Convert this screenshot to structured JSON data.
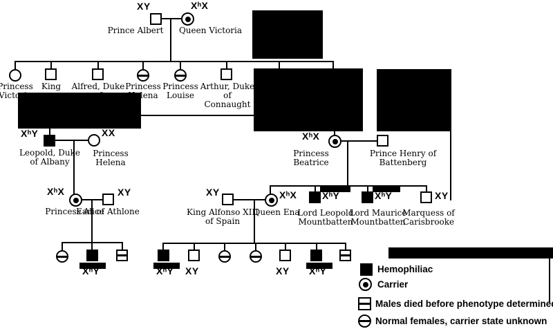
{
  "colors": {
    "ink": "#000000",
    "background": "#ffffff"
  },
  "people": {
    "albert": {
      "name": "Prince Albert",
      "genotype": "XY"
    },
    "victoria": {
      "name": "Queen Victoria",
      "genotype": "XʰX"
    },
    "gen2": [
      {
        "name": "Princess\nVictoria"
      },
      {
        "name": "King"
      },
      {
        "name": "Alfred, Duke of"
      },
      {
        "name": "Princess\nHelena"
      },
      {
        "name": "Princess\nLouise"
      },
      {
        "name": "Arthur, Duke of\nConnaught"
      }
    ],
    "leopold": {
      "name": "Leopold, Duke\nof Albany",
      "genotype": "XʰY"
    },
    "helena_wife": {
      "name": "Princess Helena",
      "genotype": "XX"
    },
    "beatrice": {
      "name": "Princess Beatrice",
      "genotype": "XʰX"
    },
    "henry": {
      "name": "Prince Henry of Battenberg"
    },
    "alice": {
      "name": "Princess Alice",
      "genotype": "XʰX"
    },
    "athlone": {
      "name": "Earl of Athlone",
      "genotype": "XY"
    },
    "alfonso": {
      "name": "King Alfonso XIII\nof Spain",
      "genotype": "XY"
    },
    "ena": {
      "name": "Queen Ena",
      "genotype": "XʰX"
    },
    "lord_leopold": {
      "name": "Lord Leopold\nMountbatten",
      "genotype": "XʰY"
    },
    "lord_maurice": {
      "name": "Lord Maurice\nMountbatten",
      "genotype": "XʰY"
    },
    "marquess": {
      "name": "Marquess of\nCarisbrooke",
      "genotype": "XY"
    }
  },
  "children": {
    "alice_athlone": {
      "son_genotype": "XʰY"
    },
    "alfonso_ena": {
      "son1_genotype": "XʰY",
      "son2_genotype": "XY",
      "son5_genotype": "XY",
      "son6_genotype": "XʰY"
    }
  },
  "legend": {
    "items": [
      {
        "symbol": "hemophiliac-square",
        "label": "Hemophiliac"
      },
      {
        "symbol": "carrier-circle",
        "label": "Carrier"
      },
      {
        "symbol": "barred-square",
        "label": "Males died before phenotype determined"
      },
      {
        "symbol": "barred-circle",
        "label": "Normal females, carrier state unknown"
      }
    ]
  }
}
